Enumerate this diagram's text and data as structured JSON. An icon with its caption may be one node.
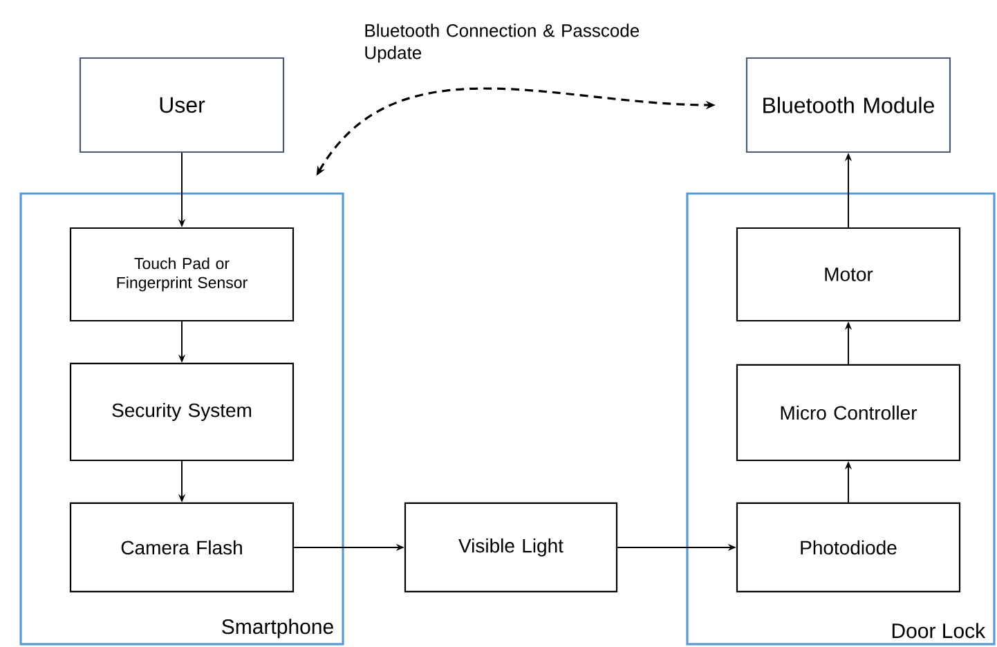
{
  "diagram": {
    "nodes": [
      {
        "text": [
          "User"
        ]
      },
      {
        "text": [
          "Smartphone"
        ]
      },
      {
        "text": [
          "Touch Pad or Fingerprint Sensor"
        ],
        "in": 1
      },
      {
        "text": [
          "Security System"
        ],
        "in": 1
      },
      {
        "text": [
          "Camera Flash"
        ],
        "in": 1
      },
      {
        "text": [
          "Visible Light"
        ]
      },
      {
        "text": [
          "Door Lock"
        ]
      },
      {
        "text": [
          "Motor"
        ],
        "in": 6
      },
      {
        "text": [
          "Micro Controller"
        ],
        "in": 6
      },
      {
        "text": [
          "Photodiode"
        ],
        "in": 6
      },
      {
        "text": [
          "Bluetooth Module"
        ]
      }
    ],
    "edges": [
      {
        "from": 0,
        "to": 2,
        "arrow": "to"
      },
      {
        "from": 2,
        "to": 3,
        "arrow": "to"
      },
      {
        "from": 3,
        "to": 4,
        "arrow": "to"
      },
      {
        "from": 4,
        "to": 5,
        "arrow": "to"
      },
      {
        "from": 5,
        "to": 9,
        "arrow": "to"
      },
      {
        "from": 9,
        "to": 8,
        "arrow": "to"
      },
      {
        "from": 8,
        "to": 7,
        "arrow": "to"
      },
      {
        "from": 7,
        "to": 10,
        "arrow": "to"
      },
      {
        "from": 1,
        "to": 10,
        "arrow": "both",
        "style": "dashed",
        "label": "Bluetooth Connection & Passcode Update"
      }
    ]
  }
}
